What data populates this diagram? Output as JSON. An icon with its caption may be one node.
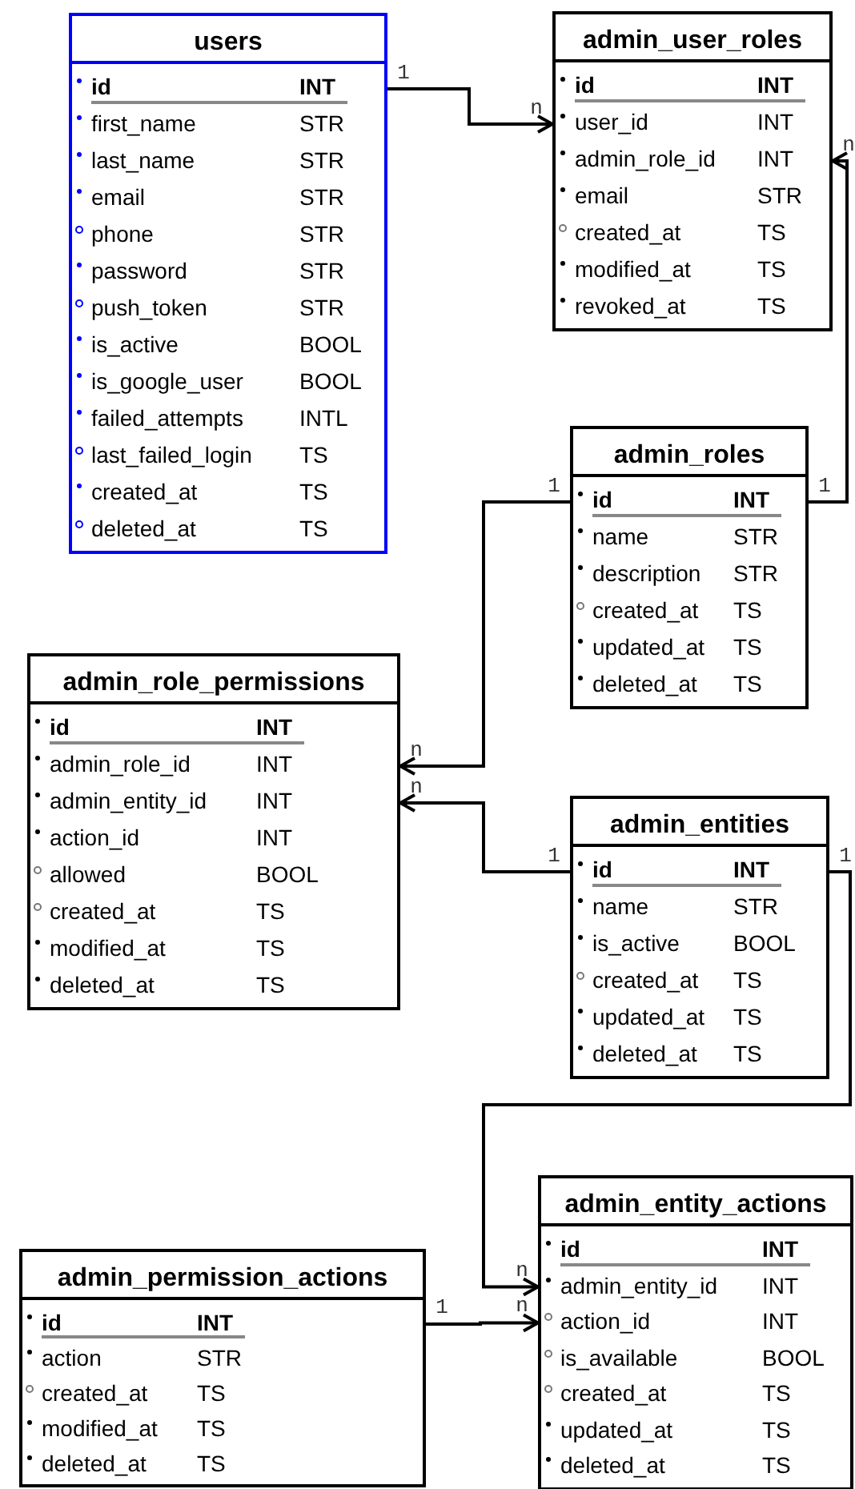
{
  "diagram": {
    "nodes": [
      {
        "text": [
          "users",
          "id",
          "INT",
          "first_name",
          "STR",
          "last_name",
          "STR",
          "email",
          "STR",
          "phone",
          "STR",
          "password",
          "STR",
          "push_token",
          "STR",
          "is_active",
          "BOOL",
          "is_google_user",
          "BOOL",
          "failed_attempts",
          "INTL",
          "last_failed_login",
          "TS",
          "created_at",
          "TS",
          "deleted_at",
          "TS"
        ]
      },
      {
        "text": [
          "admin_user_roles",
          "id",
          "INT",
          "user_id",
          "INT",
          "admin_role_id",
          "INT",
          "email",
          "STR",
          "created_at",
          "TS",
          "modified_at",
          "TS",
          "revoked_at",
          "TS"
        ]
      },
      {
        "text": [
          "admin_roles",
          "id",
          "INT",
          "name",
          "STR",
          "description",
          "STR",
          "created_at",
          "TS",
          "updated_at",
          "TS",
          "deleted_at",
          "TS"
        ]
      },
      {
        "text": [
          "admin_role_permissions",
          "id",
          "INT",
          "admin_role_id",
          "INT",
          "admin_entity_id",
          "INT",
          "action_id",
          "INT",
          "allowed",
          "BOOL",
          "created_at",
          "TS",
          "modified_at",
          "TS",
          "deleted_at",
          "TS"
        ]
      },
      {
        "text": [
          "admin_entities",
          "id",
          "INT",
          "name",
          "STR",
          "is_active",
          "BOOL",
          "created_at",
          "TS",
          "updated_at",
          "TS",
          "deleted_at",
          "TS"
        ]
      },
      {
        "text": [
          "admin_entity_actions",
          "id",
          "INT",
          "admin_entity_id",
          "INT",
          "action_id",
          "INT",
          "is_available",
          "BOOL",
          "created_at",
          "TS",
          "updated_at",
          "TS",
          "deleted_at",
          "TS"
        ]
      },
      {
        "text": [
          "admin_permission_actions",
          "id",
          "INT",
          "action",
          "STR",
          "created_at",
          "TS",
          "modified_at",
          "TS",
          "deleted_at",
          "TS"
        ]
      }
    ],
    "edges": [
      {
        "from": 0,
        "to": 1,
        "arrow": "to"
      },
      {
        "from": 2,
        "to": 1,
        "arrow": "to"
      },
      {
        "from": 2,
        "to": 3,
        "arrow": "to"
      },
      {
        "from": 4,
        "to": 3,
        "arrow": "to"
      },
      {
        "from": 4,
        "to": 5,
        "arrow": "to"
      },
      {
        "from": 6,
        "to": 5,
        "arrow": "to"
      }
    ],
    "labels": [
      "1",
      "n",
      "1",
      "n",
      "1",
      "n",
      "1",
      "n",
      "1",
      "n",
      "1",
      "n"
    ]
  }
}
